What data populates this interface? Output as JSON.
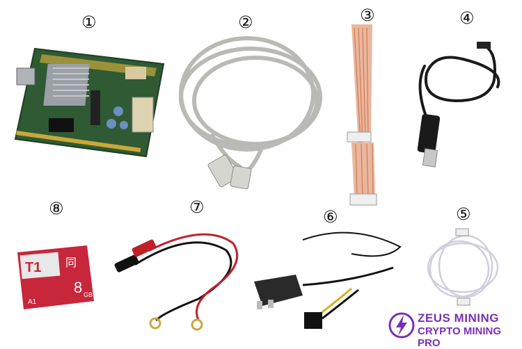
{
  "labels": {
    "l1": "①",
    "l2": "②",
    "l3": "③",
    "l4": "④",
    "l5": "⑤",
    "l6": "⑥",
    "l7": "⑦",
    "l8": "⑧"
  },
  "sd_card": {
    "brand": "T1",
    "char": "同",
    "capacity": "8",
    "unit": "GB",
    "class": "A1"
  },
  "logo": {
    "line1": "ZEUS MINING",
    "line2": "CRYPTO MINING PRO",
    "icon": "lightning-bolt-icon"
  },
  "colors": {
    "brand": "#7a2fb4",
    "card_red": "#c8263a",
    "board_green": "#2f5a34"
  }
}
